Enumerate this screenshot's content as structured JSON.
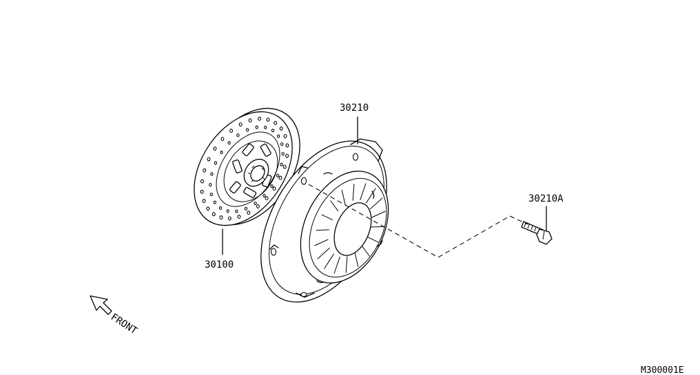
{
  "labels": {
    "clutch_disc": "30100",
    "clutch_cover": "30210",
    "cover_bolt": "30210A",
    "front": "FRONT"
  },
  "diagram_code": "M300001E"
}
